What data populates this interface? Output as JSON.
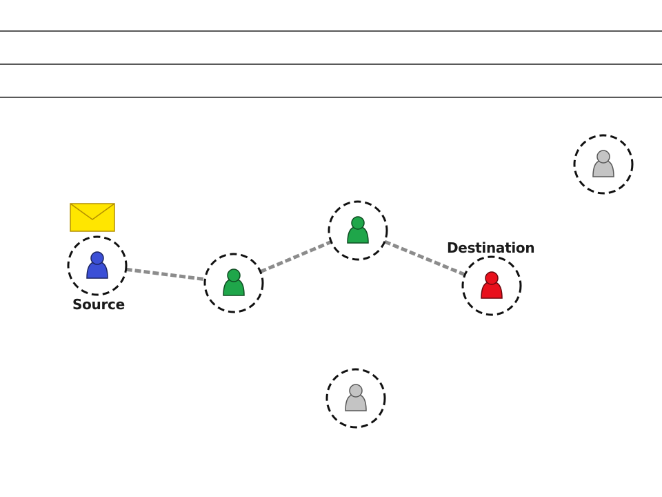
{
  "nodes": [
    {
      "id": "source",
      "role": "source",
      "color": "#3b4fd6",
      "label": "Source"
    },
    {
      "id": "relay-1",
      "role": "relay",
      "color": "#1fa64a",
      "label": ""
    },
    {
      "id": "relay-2",
      "role": "relay",
      "color": "#1fa64a",
      "label": ""
    },
    {
      "id": "destination",
      "role": "destination",
      "color": "#e8101c",
      "label": "Destination"
    },
    {
      "id": "idle-1",
      "role": "idle",
      "color": "#c4c4c4",
      "label": ""
    },
    {
      "id": "idle-2",
      "role": "idle",
      "color": "#c4c4c4",
      "label": ""
    }
  ],
  "path": [
    "source",
    "relay-1",
    "relay-2",
    "destination"
  ],
  "colors": {
    "link": "#8c8c8c",
    "range_ring": "#111111",
    "envelope_fill": "#ffe600",
    "envelope_stroke": "#b38f00",
    "divider": "#222222"
  },
  "icons": {
    "message": "envelope-icon",
    "node": "user-icon"
  }
}
